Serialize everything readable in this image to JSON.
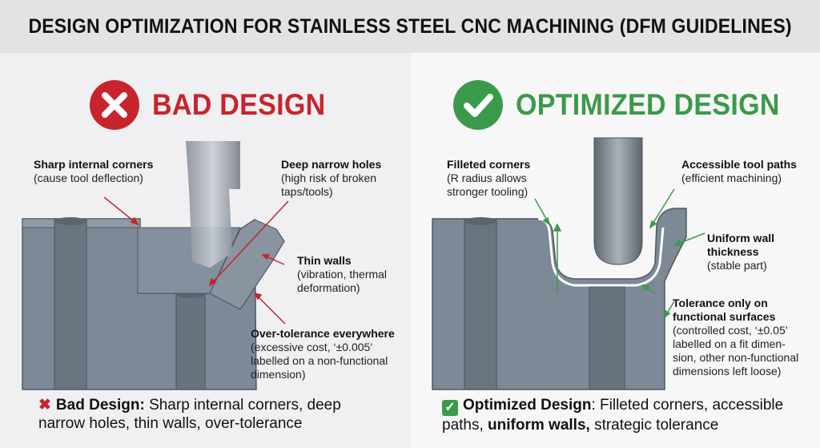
{
  "title": "DESIGN OPTIMIZATION FOR STAINLESS STEEL CNC MACHINING (DFM GUIDELINES)",
  "left": {
    "heading": "BAD DESIGN",
    "annotations": [
      {
        "title": "Sharp internal corners",
        "desc": "(cause tool deflection)"
      },
      {
        "title": "Deep narrow holes",
        "desc1": "(high risk of broken",
        "desc2": "taps/tools)"
      },
      {
        "title": "Thin walls",
        "desc1": "(vibration, thermal",
        "desc2": "deformation)"
      },
      {
        "title": "Over-tolerance everywhere",
        "desc1": "(excessive cost, ‘±0.005’",
        "desc2": "labelled on a non-functional",
        "desc3": "dimension)"
      }
    ],
    "summary": {
      "lead": "Bad Design:",
      "line1": "Sharp internal corners, deep",
      "line2": "narrow holes, thin walls, over-tolerance"
    }
  },
  "right": {
    "heading": "OPTIMIZED DESIGN",
    "annotations": [
      {
        "title": "Filleted corners",
        "desc1": "(R radius allows",
        "desc2": "stronger tooling)"
      },
      {
        "title": "Accessible tool paths",
        "desc": "(efficient machining)"
      },
      {
        "title1": "Uniform wall",
        "title2": "thickness",
        "desc": "(stable part)"
      },
      {
        "title1": "Tolerance only on",
        "title2": "functional surfaces",
        "desc1": "(controlled cost, ‘±0.05’",
        "desc2": "labelled on a fit dimen-",
        "desc3": "sion, other non-functional",
        "desc4": "dimensions left loose)"
      }
    ],
    "summary": {
      "lead": "Optimized Design",
      "line1a": ": Filleted corners, accessible",
      "line2a": "paths, ",
      "line2b": "uniform walls,",
      "line2c": " strategic tolerance"
    }
  },
  "colors": {
    "bad": "#c8242b",
    "good": "#3a9a4a",
    "metal": "#7c8896",
    "metal_dark": "#5d6773"
  }
}
